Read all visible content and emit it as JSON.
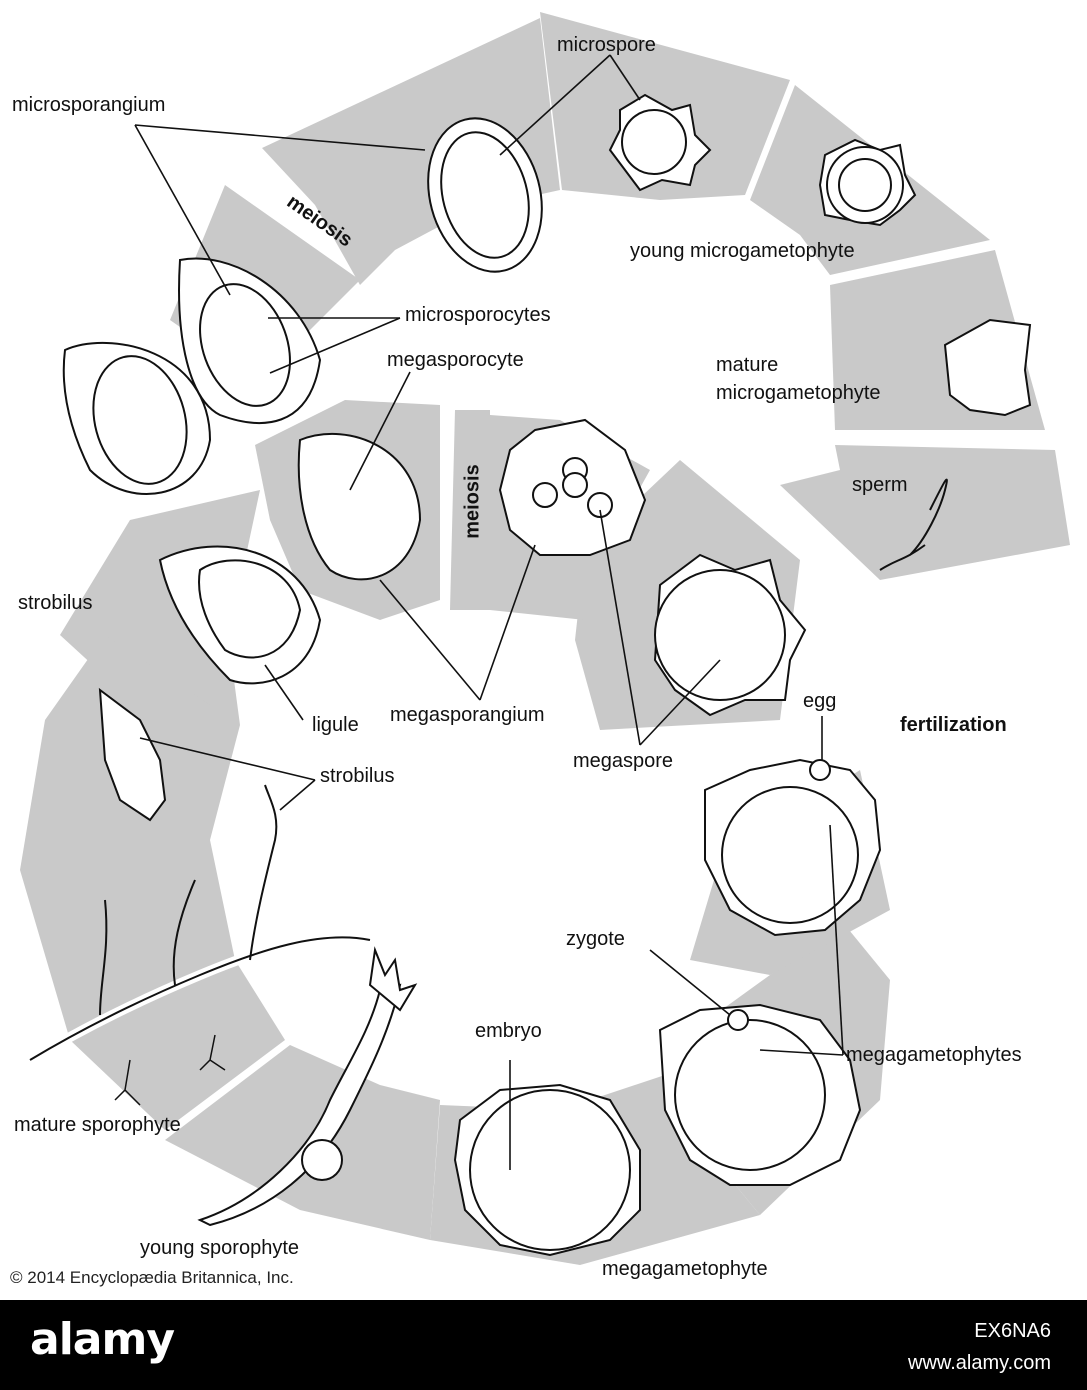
{
  "colors": {
    "band": "#c9c9c9",
    "line": "#111111",
    "footer_bg": "#000000",
    "footer_text": "#ffffff"
  },
  "labels": {
    "microsporangium": "microsporangium",
    "microspore": "microspore",
    "meiosis_top": "meiosis",
    "young_microgametophyte": "young microgametophyte",
    "microsporocytes": "microsporocytes",
    "megasporocyte": "megasporocyte",
    "mature_microgametophyte_1": "mature",
    "mature_microgametophyte_2": "microgametophyte",
    "meiosis_mid": "meiosis",
    "sperm": "sperm",
    "strobilus_left": "strobilus",
    "ligule": "ligule",
    "megasporangium": "megasporangium",
    "egg": "egg",
    "fertilization": "fertilization",
    "megaspore": "megaspore",
    "strobilus_plant": "strobilus",
    "zygote": "zygote",
    "embryo": "embryo",
    "megagametophytes": "megagametophytes",
    "mature_sporophyte": "mature sporophyte",
    "young_sporophyte": "young sporophyte",
    "megagametophyte": "megagametophyte",
    "copyright": "© 2014 Encyclopædia Britannica, Inc."
  },
  "footer": {
    "logo": "alamy",
    "image_code": "EX6NA6",
    "url": "www.alamy.com"
  }
}
